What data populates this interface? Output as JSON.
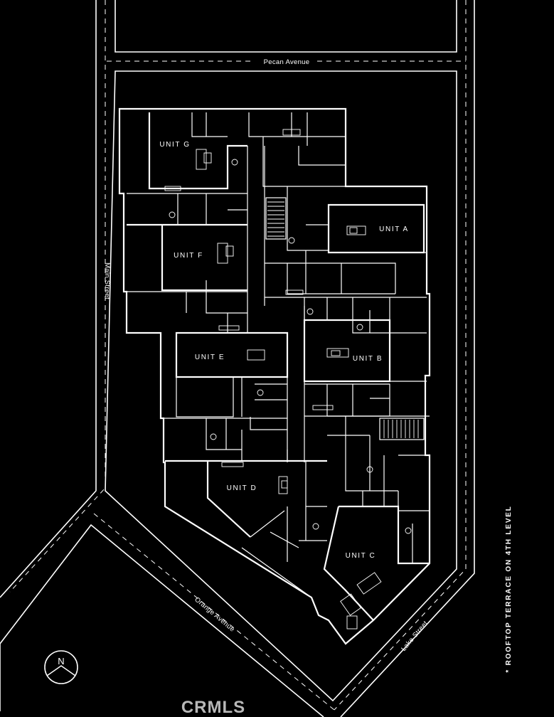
{
  "streets": {
    "pecan": "Pecan Avenue",
    "main": "Main Street",
    "orange": "Orange Avenue",
    "lake": "Lake Street"
  },
  "units": {
    "a": "UNIT A",
    "b": "UNIT B",
    "c": "UNIT C",
    "d": "UNIT D",
    "e": "UNIT E",
    "f": "UNIT F",
    "g": "UNIT G"
  },
  "note": "* ROOFTOP TERRACE ON 4TH LEVEL",
  "compass": {
    "letter": "N"
  },
  "watermark": "CRMLS"
}
